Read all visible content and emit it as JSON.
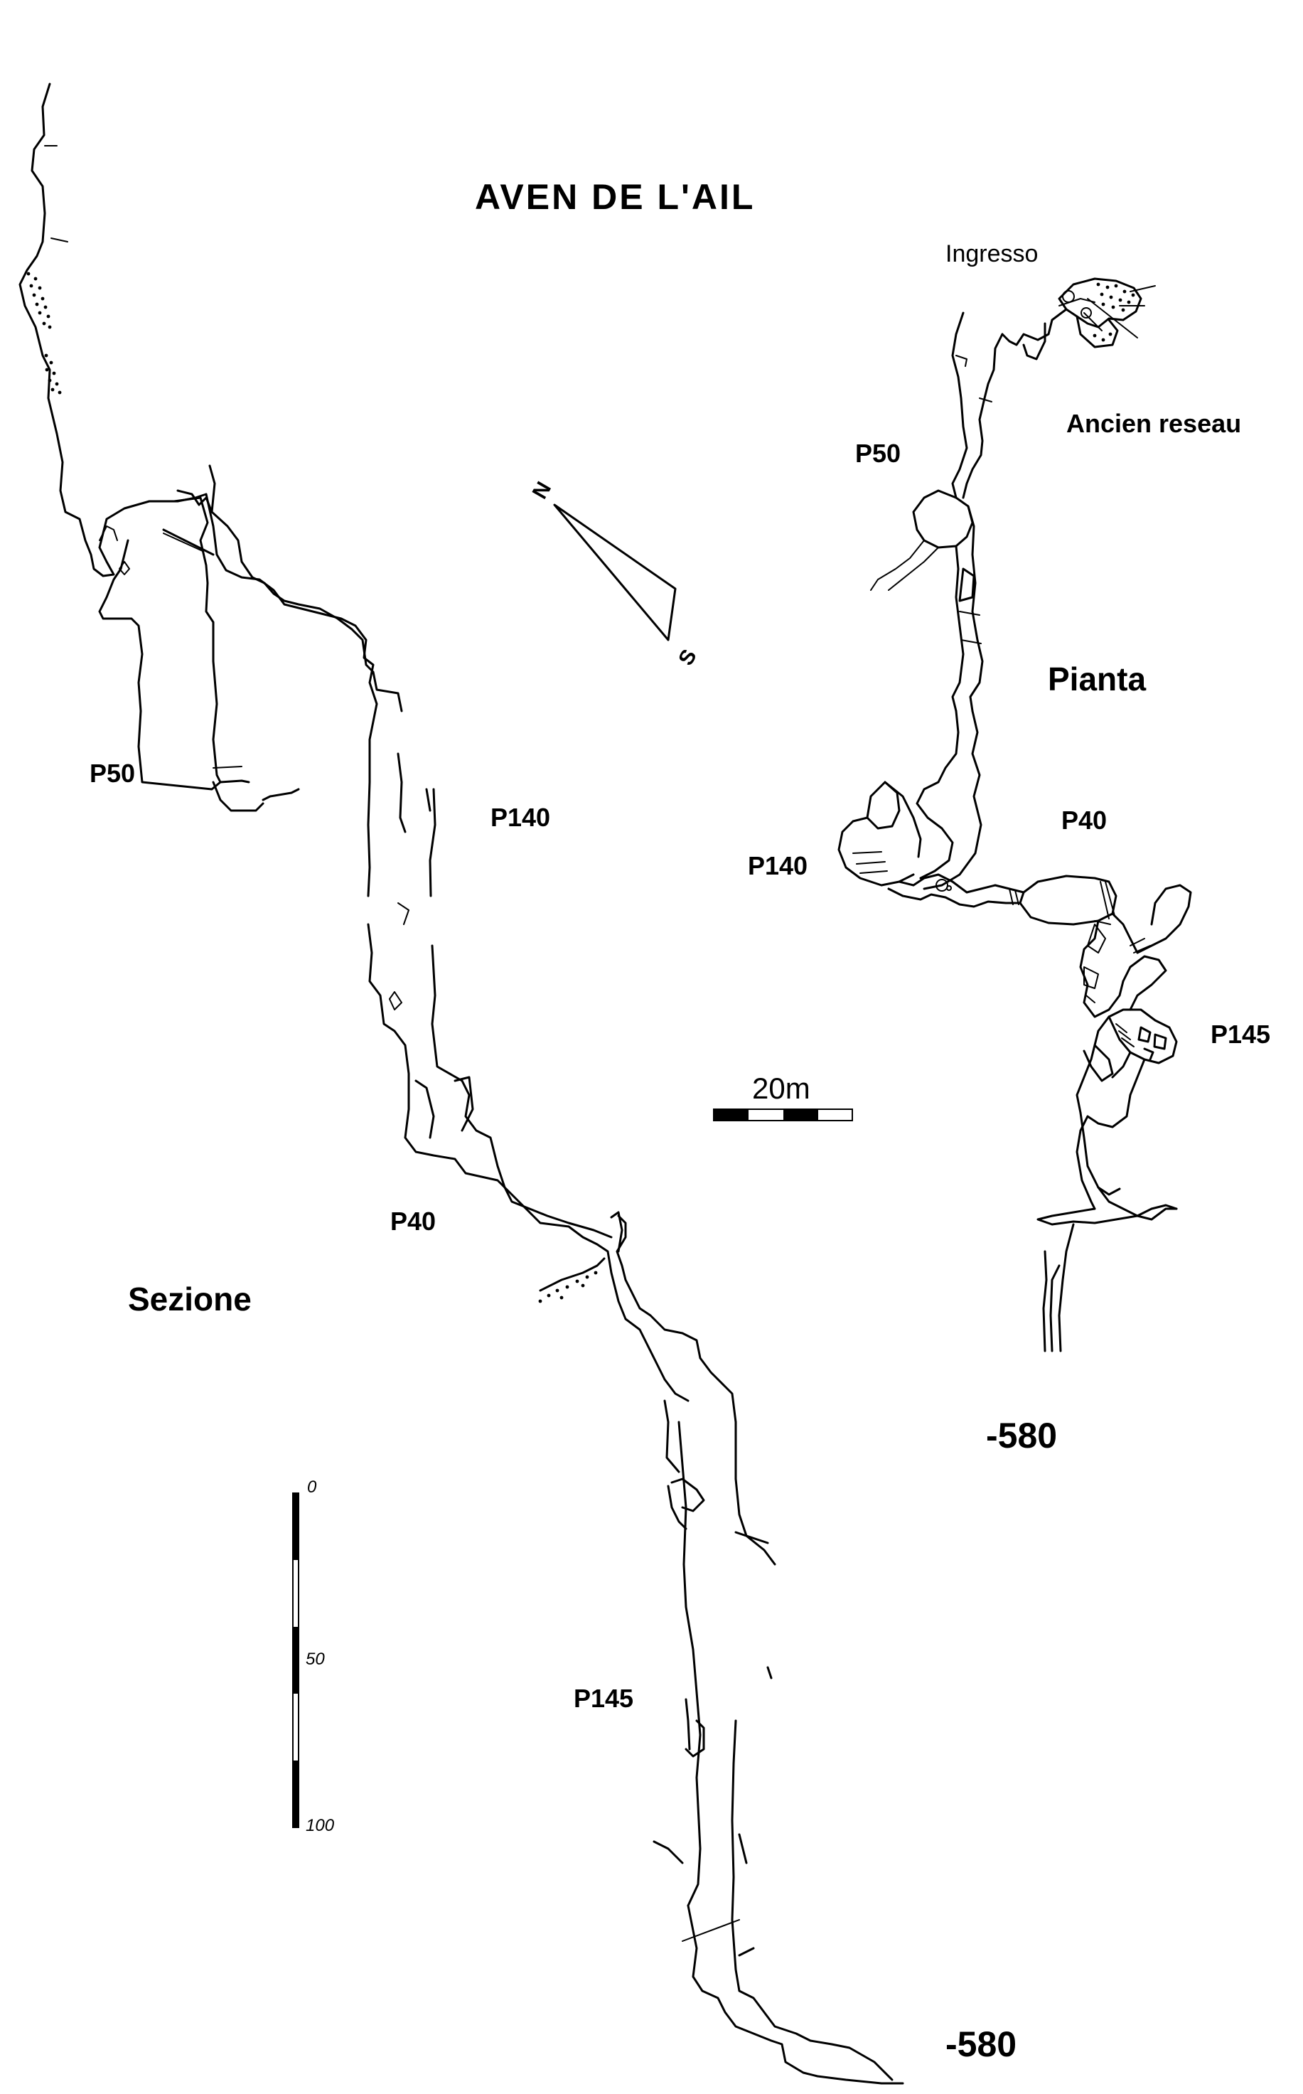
{
  "title": "AVEN DE L'AIL",
  "plan": {
    "view_label": "Pianta",
    "entrance_label": "Ingresso",
    "old_network_label": "Ancien reseau",
    "pitches": [
      "P50",
      "P140",
      "P40",
      "P145"
    ],
    "depth_label": "-580",
    "scale_label": "20m"
  },
  "section": {
    "view_label": "Sezione",
    "pitches": [
      "P50",
      "P140",
      "P40",
      "P145"
    ],
    "depth_label": "-580",
    "vertical_scale_ticks": [
      "0",
      "50",
      "100"
    ]
  },
  "north_arrow": {
    "north": "N",
    "south": "S"
  },
  "colors": {
    "ink": "#000000",
    "paper": "#ffffff"
  }
}
